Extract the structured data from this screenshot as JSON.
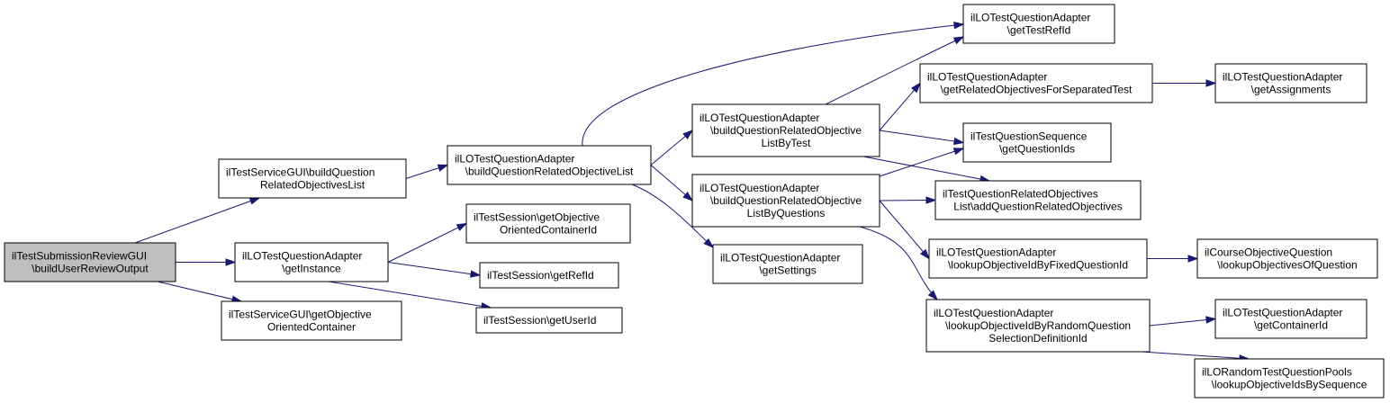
{
  "colors": {
    "edge": "#191970",
    "root_fill": "#bfbfbf",
    "node_fill": "#ffffff",
    "border": "#000000"
  },
  "nodes": [
    {
      "id": "n0",
      "lines": [
        "ilTestSubmissionReviewGUI",
        "\\buildUserReviewOutput"
      ]
    },
    {
      "id": "n1",
      "lines": [
        "ilTestServiceGUI\\buildQuestion",
        "RelatedObjectivesList"
      ]
    },
    {
      "id": "n2",
      "lines": [
        "ilLOTestQuestionAdapter",
        "\\getInstance"
      ]
    },
    {
      "id": "n3",
      "lines": [
        "ilTestServiceGUI\\getObjective",
        "OrientedContainer"
      ]
    },
    {
      "id": "n4",
      "lines": [
        "ilLOTestQuestionAdapter",
        "\\buildQuestionRelatedObjectiveList"
      ]
    },
    {
      "id": "n5",
      "lines": [
        "ilTestSession\\getObjective",
        "OrientedContainerId"
      ]
    },
    {
      "id": "n6",
      "lines": [
        "ilTestSession\\getRefId"
      ]
    },
    {
      "id": "n7",
      "lines": [
        "ilTestSession\\getUserId"
      ]
    },
    {
      "id": "n8",
      "lines": [
        "ilLOTestQuestionAdapter",
        "\\buildQuestionRelatedObjective",
        "ListByTest"
      ]
    },
    {
      "id": "n9",
      "lines": [
        "ilLOTestQuestionAdapter",
        "\\buildQuestionRelatedObjective",
        "ListByQuestions"
      ]
    },
    {
      "id": "n10",
      "lines": [
        "ilLOTestQuestionAdapter",
        "\\getSettings"
      ]
    },
    {
      "id": "n11",
      "lines": [
        "ilLOTestQuestionAdapter",
        "\\getTestRefId"
      ]
    },
    {
      "id": "n12",
      "lines": [
        "ilLOTestQuestionAdapter",
        "\\getRelatedObjectivesForSeparatedTest"
      ]
    },
    {
      "id": "n13",
      "lines": [
        "ilTestQuestionSequence",
        "\\getQuestionIds"
      ]
    },
    {
      "id": "n14",
      "lines": [
        "ilTestQuestionRelatedObjectives",
        "List\\addQuestionRelatedObjectives"
      ]
    },
    {
      "id": "n15",
      "lines": [
        "ilLOTestQuestionAdapter",
        "\\lookupObjectiveIdByFixedQuestionId"
      ]
    },
    {
      "id": "n16",
      "lines": [
        "ilLOTestQuestionAdapter",
        "\\lookupObjectiveIdByRandomQuestion",
        "SelectionDefinitionId"
      ]
    },
    {
      "id": "n17",
      "lines": [
        "ilLOTestQuestionAdapter",
        "\\getAssignments"
      ]
    },
    {
      "id": "n18",
      "lines": [
        "ilCourseObjectiveQuestion",
        "\\lookupObjectivesOfQuestion"
      ]
    },
    {
      "id": "n19",
      "lines": [
        "ilLOTestQuestionAdapter",
        "\\getContainerId"
      ]
    },
    {
      "id": "n20",
      "lines": [
        "ilLORandomTestQuestionPools",
        "\\lookupObjectiveIdsBySequence"
      ]
    }
  ],
  "edges": [
    [
      "n0",
      "n1"
    ],
    [
      "n0",
      "n2"
    ],
    [
      "n0",
      "n3"
    ],
    [
      "n1",
      "n4"
    ],
    [
      "n2",
      "n5"
    ],
    [
      "n2",
      "n6"
    ],
    [
      "n2",
      "n7"
    ],
    [
      "n4",
      "n8"
    ],
    [
      "n4",
      "n9"
    ],
    [
      "n4",
      "n10"
    ],
    [
      "n4",
      "n11"
    ],
    [
      "n8",
      "n11"
    ],
    [
      "n8",
      "n12"
    ],
    [
      "n8",
      "n13"
    ],
    [
      "n8",
      "n14"
    ],
    [
      "n9",
      "n13"
    ],
    [
      "n9",
      "n14"
    ],
    [
      "n9",
      "n15"
    ],
    [
      "n9",
      "n16"
    ],
    [
      "n12",
      "n17"
    ],
    [
      "n15",
      "n18"
    ],
    [
      "n16",
      "n19"
    ],
    [
      "n16",
      "n20"
    ]
  ]
}
